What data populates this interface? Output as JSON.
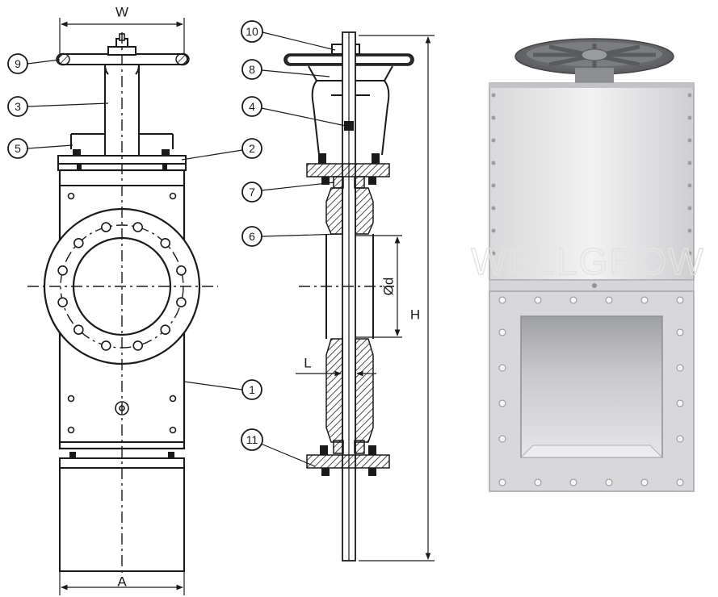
{
  "drawing": {
    "dimensions": {
      "w": "W",
      "a": "A",
      "h": "H",
      "d": "Ød",
      "l": "L"
    },
    "callouts": {
      "c1": "1",
      "c2": "2",
      "c3": "3",
      "c4": "4",
      "c5": "5",
      "c6": "6",
      "c7": "7",
      "c8": "8",
      "c9": "9",
      "c10": "10",
      "c11": "11"
    }
  },
  "photo": {
    "watermark": "WELLGROW"
  }
}
